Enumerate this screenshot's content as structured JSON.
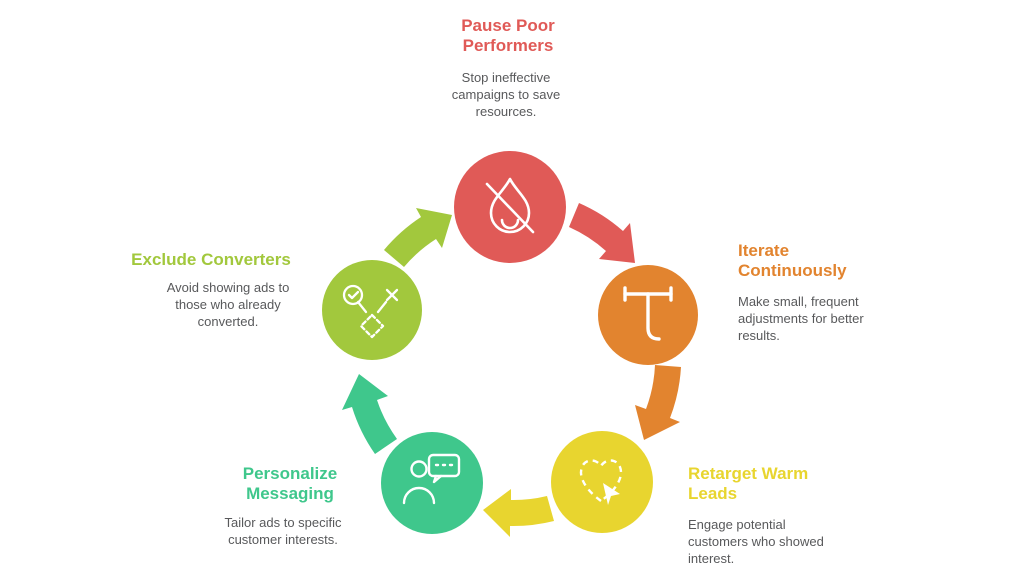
{
  "background": "#ffffff",
  "icon_stroke": "#ffffff",
  "description_text_color": "#58595b",
  "steps": [
    {
      "title": "Pause Poor Performers",
      "description": "Stop ineffective campaigns to save resources.",
      "color": "#e05a57",
      "icon": "flame-off-icon"
    },
    {
      "title": "Iterate Continuously",
      "description": "Make small, frequent adjustments for better results.",
      "color": "#e2842f",
      "icon": "clamp-tool-icon"
    },
    {
      "title": "Retarget Warm Leads",
      "description": "Engage potential customers who showed interest.",
      "color": "#e8d52f",
      "icon": "heart-cursor-icon"
    },
    {
      "title": "Personalize Messaging",
      "description": "Tailor ads to specific customer interests.",
      "color": "#3fc78c",
      "icon": "person-chat-icon"
    },
    {
      "title": "Exclude Converters",
      "description": "Avoid showing ads to those who already converted.",
      "color": "#a2c83d",
      "icon": "flow-check-icon"
    }
  ]
}
